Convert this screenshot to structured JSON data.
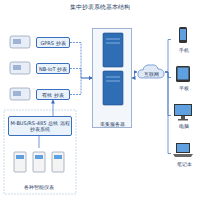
{
  "diagram": {
    "title": "集中抄表系统基本结构",
    "nodes": [
      {
        "text": [
          "GPRS 抄表"
        ]
      },
      {
        "text": [
          "NB-IoT 抄表"
        ]
      },
      {
        "text": [
          "有线 抄表"
        ]
      },
      {
        "text": [
          "M-BUS/RS-485 总线 远程抄表系统"
        ]
      },
      {
        "text": [
          "各种智能仪表"
        ]
      },
      {
        "text": [
          "采集服务器"
        ]
      },
      {
        "text": [
          "互联网"
        ]
      },
      {
        "text": [
          "手机"
        ]
      },
      {
        "text": [
          "平板"
        ]
      },
      {
        "text": [
          "电脑"
        ]
      },
      {
        "text": [
          "笔记本"
        ]
      }
    ],
    "edges": [
      {
        "from": 0,
        "to": 5,
        "arrow": "to"
      },
      {
        "from": 1,
        "to": 5,
        "arrow": "to"
      },
      {
        "from": 2,
        "to": 5,
        "arrow": "to"
      },
      {
        "from": 4,
        "to": 3,
        "arrow": "none"
      },
      {
        "from": 3,
        "to": 2,
        "arrow": "to"
      },
      {
        "from": 5,
        "to": 6,
        "arrow": "both"
      },
      {
        "from": 6,
        "to": 7,
        "arrow": "none"
      },
      {
        "from": 6,
        "to": 8,
        "arrow": "none"
      },
      {
        "from": 6,
        "to": 9,
        "arrow": "none"
      },
      {
        "from": 6,
        "to": 10,
        "arrow": "none"
      }
    ]
  }
}
